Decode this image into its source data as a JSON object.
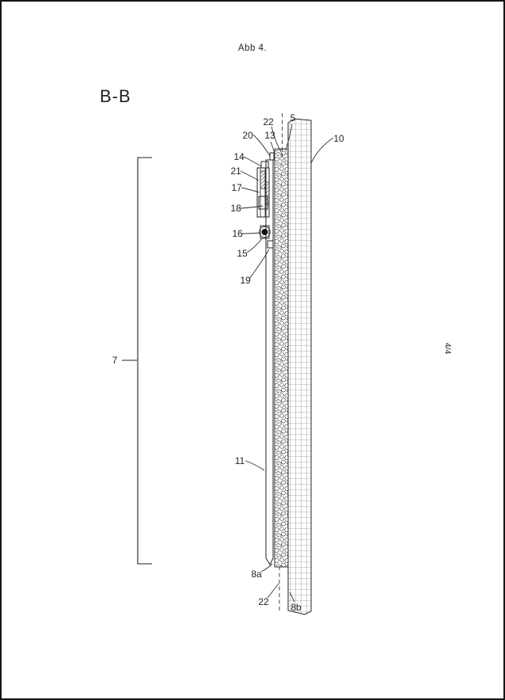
{
  "page": {
    "caption": "Abb 4.",
    "section_label": "B-B",
    "page_number": "4/4"
  },
  "ref_labels": {
    "r22_top": "22",
    "r5": "5",
    "r10": "10",
    "r20": "20",
    "r13": "13",
    "r14": "14",
    "r21": "21",
    "r17": "17",
    "r18": "18",
    "r16": "16",
    "r15": "15",
    "r19": "19",
    "r7": "7",
    "r11": "11",
    "r8a": "8a",
    "r22_bottom": "22",
    "r8b": "8b"
  }
}
